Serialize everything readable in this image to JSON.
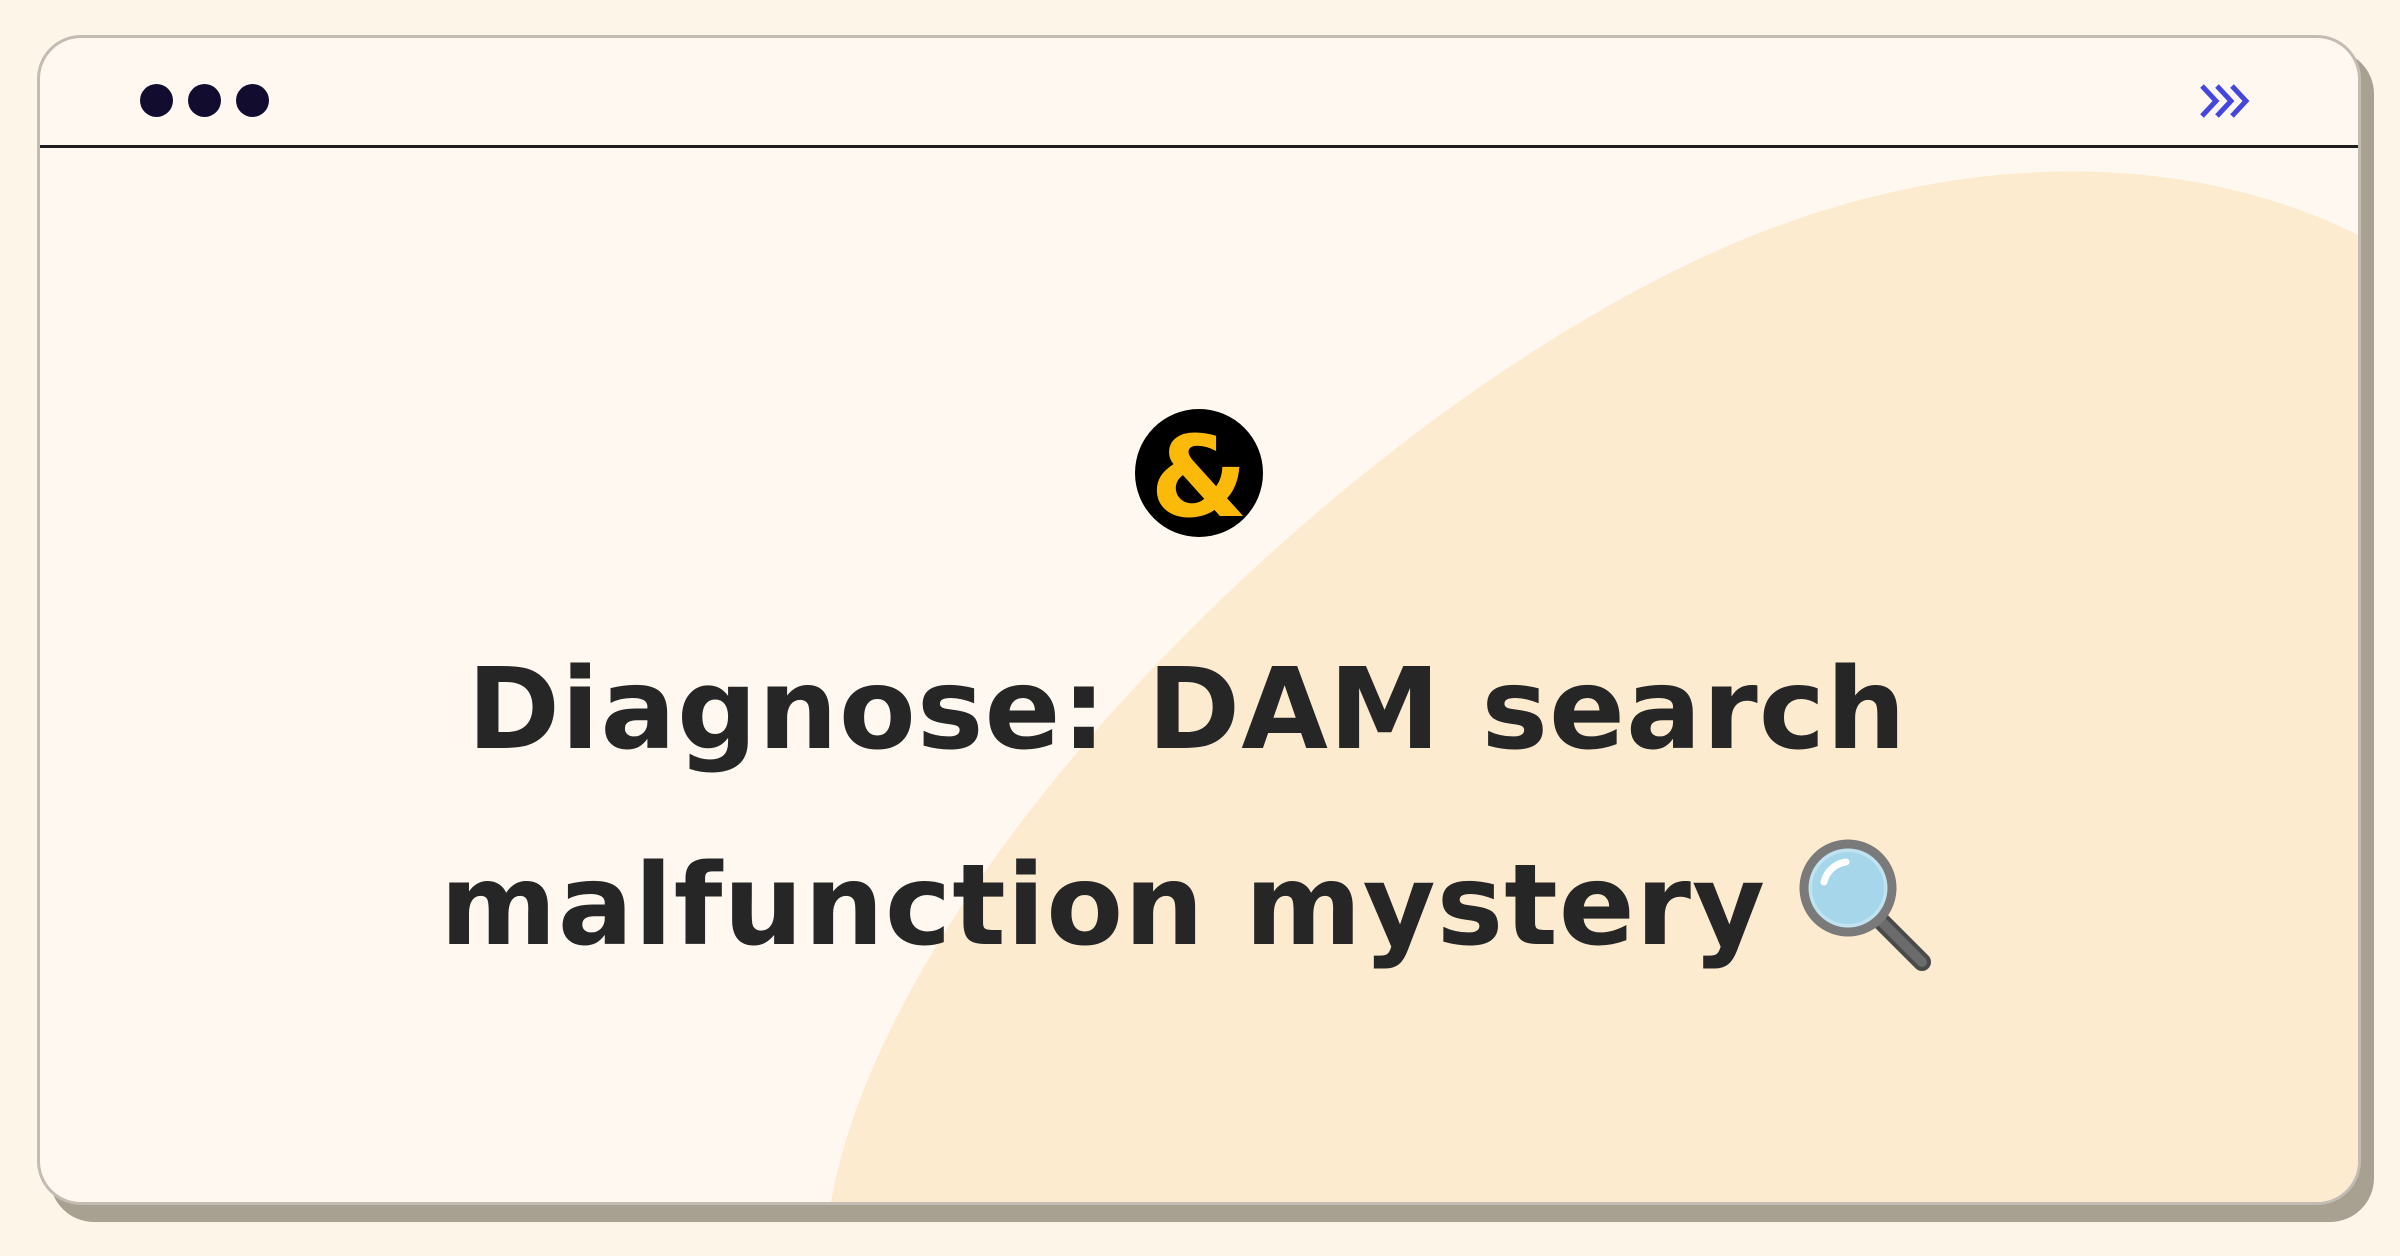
{
  "window": {
    "control_dots": 3,
    "nav_icon": "triple-chevron-right-icon"
  },
  "logo": {
    "icon": "ampersand-logo-icon",
    "glyph": "&"
  },
  "headline": {
    "line1": "Diagnose: DAM search",
    "line2": "malfunction mystery",
    "icon": "magnifying-glass-icon"
  },
  "colors": {
    "page_background": "#fdf5e8",
    "window_background": "#fef8f0",
    "blob": "#fdebd0",
    "dots": "#120d2e",
    "chevrons": "#4546e0",
    "logo_yellow": "#fbb90a",
    "logo_black": "#000000",
    "text": "#262626"
  }
}
